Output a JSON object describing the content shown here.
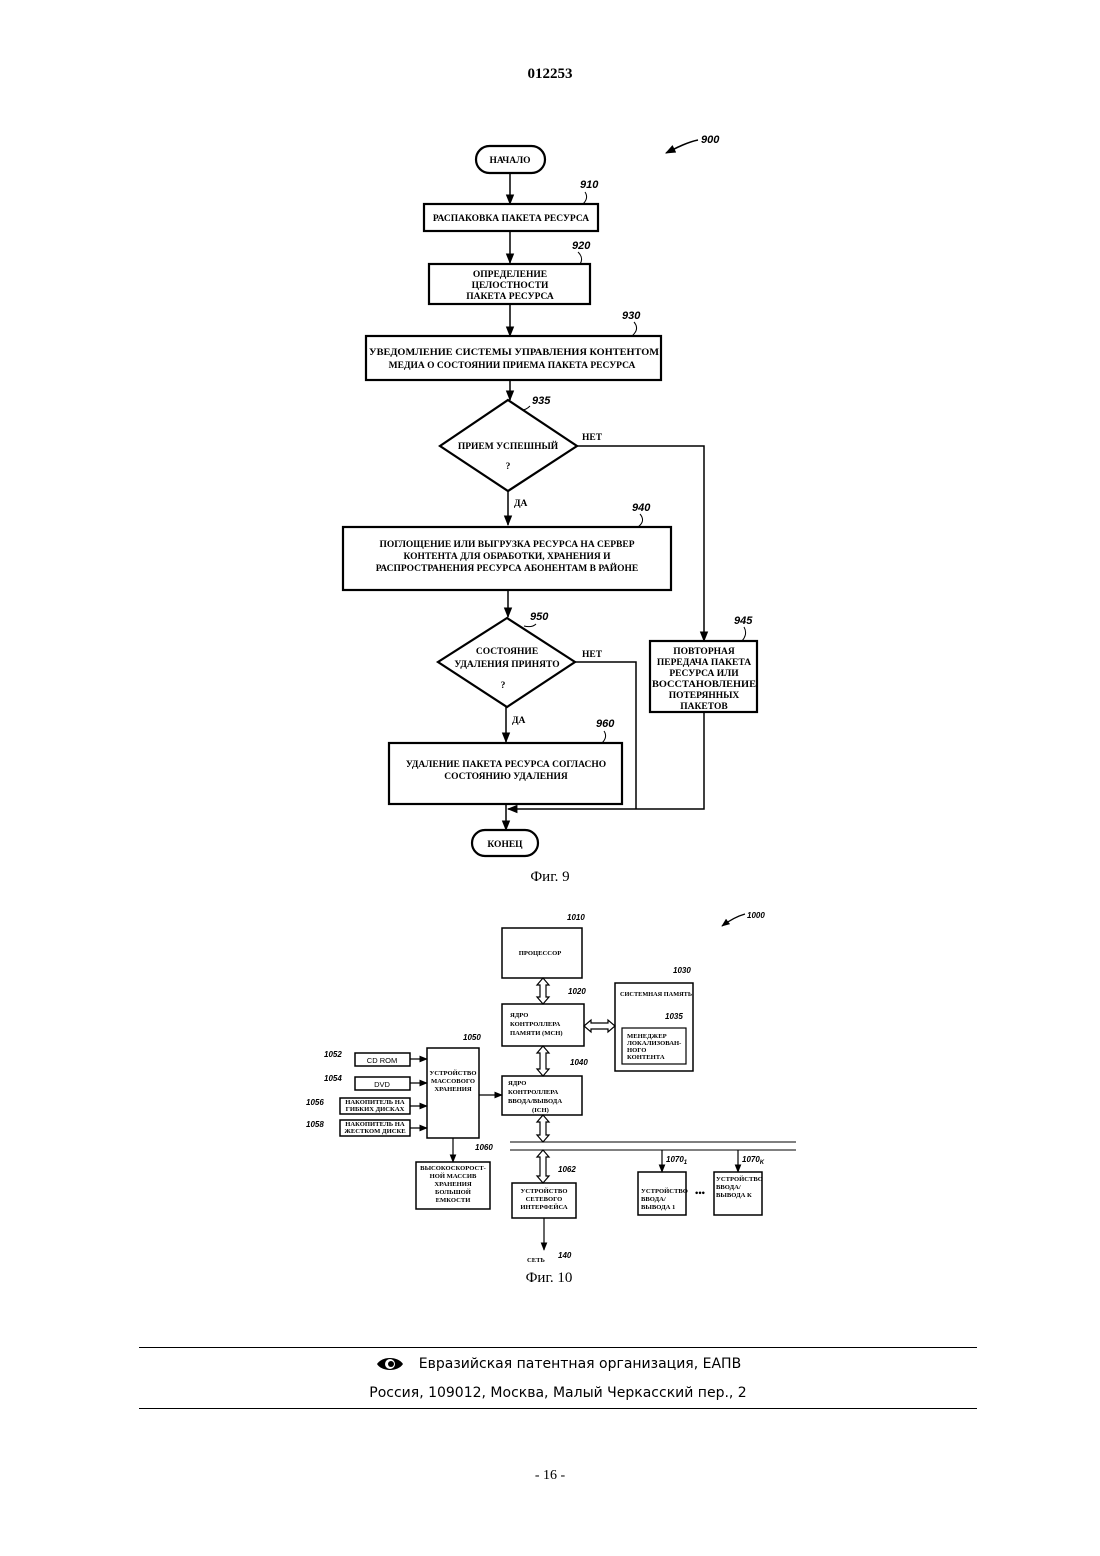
{
  "header": {
    "doc_number": "012253"
  },
  "fig9": {
    "ref": "900",
    "start": "НАЧАЛО",
    "end": "КОНЕЦ",
    "caption": "Фиг. 9",
    "steps": [
      {
        "ref": "910",
        "lines": [
          "РАСПАКОВКА ПАКЕТА РЕСУРСА"
        ]
      },
      {
        "ref": "920",
        "lines": [
          "ОПРЕДЕЛЕНИЕ",
          "ЦЕЛОСТНОСТИ",
          "ПАКЕТА РЕСУРСА"
        ]
      },
      {
        "ref": "930",
        "lines": [
          "УВЕДОМЛЕНИЕ СИСТЕМЫ УПРАВЛЕНИЯ КОНТЕНТОМ",
          "МЕДИА О СОСТОЯНИИ ПРИЕМА ПАКЕТА РЕСУРСА"
        ]
      },
      {
        "ref": "940",
        "lines": [
          "ПОГЛОЩЕНИЕ ИЛИ ВЫГРУЗКА РЕСУРСА НА СЕРВЕР",
          "КОНТЕНТА ДЛЯ ОБРАБОТКИ, ХРАНЕНИЯ И",
          "РАСПРОСТРАНЕНИЯ РЕСУРСА АБОНЕНТАМ В РАЙОНЕ"
        ]
      },
      {
        "ref": "945",
        "lines": [
          "ПОВТОРНАЯ",
          "ПЕРЕДАЧА ПАКЕТА",
          "РЕСУРСА ИЛИ",
          "ВОССТАНОВЛЕНИЕ",
          "ПОТЕРЯННЫХ",
          "ПАКЕТОВ"
        ]
      },
      {
        "ref": "960",
        "lines": [
          "УДАЛЕНИЕ ПАКЕТА РЕСУРСА СОГЛАСНО",
          "СОСТОЯНИЮ УДАЛЕНИЯ"
        ]
      }
    ],
    "decisions": [
      {
        "ref": "935",
        "lines": [
          "ПРИЕМ УСПЕШНЫЙ",
          "?"
        ],
        "yes": "ДА",
        "no": "НЕТ"
      },
      {
        "ref": "950",
        "lines": [
          "СОСТОЯНИЕ",
          "УДАЛЕНИЯ ПРИНЯТО",
          "?"
        ],
        "yes": "ДА",
        "no": "НЕТ"
      }
    ]
  },
  "fig10": {
    "ref": "1000",
    "caption": "Фиг. 10",
    "blocks": [
      {
        "ref": "1010",
        "lines": [
          "ПРОЦЕССОР"
        ]
      },
      {
        "ref": "1020",
        "lines": [
          "ЯДРО",
          "КОНТРОЛЛЕРА",
          "ПАМЯТИ (МСН)"
        ]
      },
      {
        "ref": "1030",
        "lines": [
          "СИСТЕМНАЯ ПАМЯТЬ"
        ]
      },
      {
        "ref": "1035",
        "lines": [
          "МЕНЕДЖЕР",
          "ЛОКАЛИЗОВАН-",
          "НОГО",
          "КОНТЕНТА"
        ]
      },
      {
        "ref": "1040",
        "lines": [
          "ЯДРО",
          "КОНТРОЛЛЕРА",
          "ВВОДА/ВЫВОДА",
          "(ICH)"
        ]
      },
      {
        "ref": "1050",
        "lines": [
          "УСТРОЙСТВО",
          "МАССОВОГО",
          "ХРАНЕНИЯ"
        ]
      },
      {
        "ref": "1052",
        "lines": [
          "CD ROM"
        ]
      },
      {
        "ref": "1054",
        "lines": [
          "DVD"
        ]
      },
      {
        "ref": "1056",
        "lines": [
          "НАКОПИТЕЛЬ НА",
          "ГИБКИХ ДИСКАХ"
        ]
      },
      {
        "ref": "1058",
        "lines": [
          "НАКОПИТЕЛЬ НА",
          "ЖЕСТКОМ ДИСКЕ"
        ]
      },
      {
        "ref": "1060",
        "lines": [
          "ВЫСОКОСКОРОСТ-",
          "НОЙ МАССИВ",
          "ХРАНЕНИЯ",
          "БОЛЬШОЙ",
          "ЕМКОСТИ"
        ]
      },
      {
        "ref": "1062",
        "lines": [
          "УСТРОЙСТВО",
          "СЕТЕВОГО",
          "ИНТЕРФЕЙСА"
        ]
      },
      {
        "ref": "1070",
        "ref_sub": "1",
        "lines": [
          "УСТРОЙСТВО",
          "ВВОДА/",
          "ВЫВОДА 1"
        ]
      },
      {
        "ref": "1070",
        "ref_sub": "K",
        "lines": [
          "УСТРОЙСТВО",
          "ВВОДА/",
          "ВЫВОДА К"
        ]
      }
    ],
    "network": {
      "label": "СЕТЬ",
      "ref": "140"
    },
    "ellipsis": "•••"
  },
  "footer": {
    "org": "Евразийская патентная организация, ЕАПВ",
    "address": "Россия, 109012, Москва, Малый Черкасский пер., 2",
    "page": "- 16 -"
  }
}
